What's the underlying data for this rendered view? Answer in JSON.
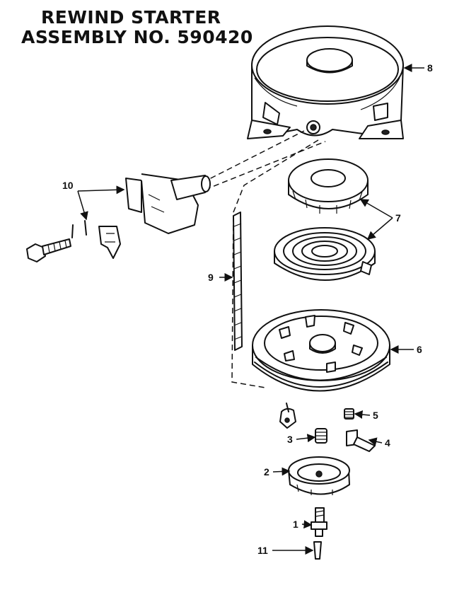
{
  "title": {
    "line1": "REWIND STARTER",
    "line2": "ASSEMBLY NO. 590420"
  },
  "callouts": {
    "c1": "1",
    "c2": "2",
    "c3": "3",
    "c4": "4",
    "c5": "5",
    "c6": "6",
    "c7": "7",
    "c8": "8",
    "c9": "9",
    "c10": "10",
    "c11": "11"
  }
}
